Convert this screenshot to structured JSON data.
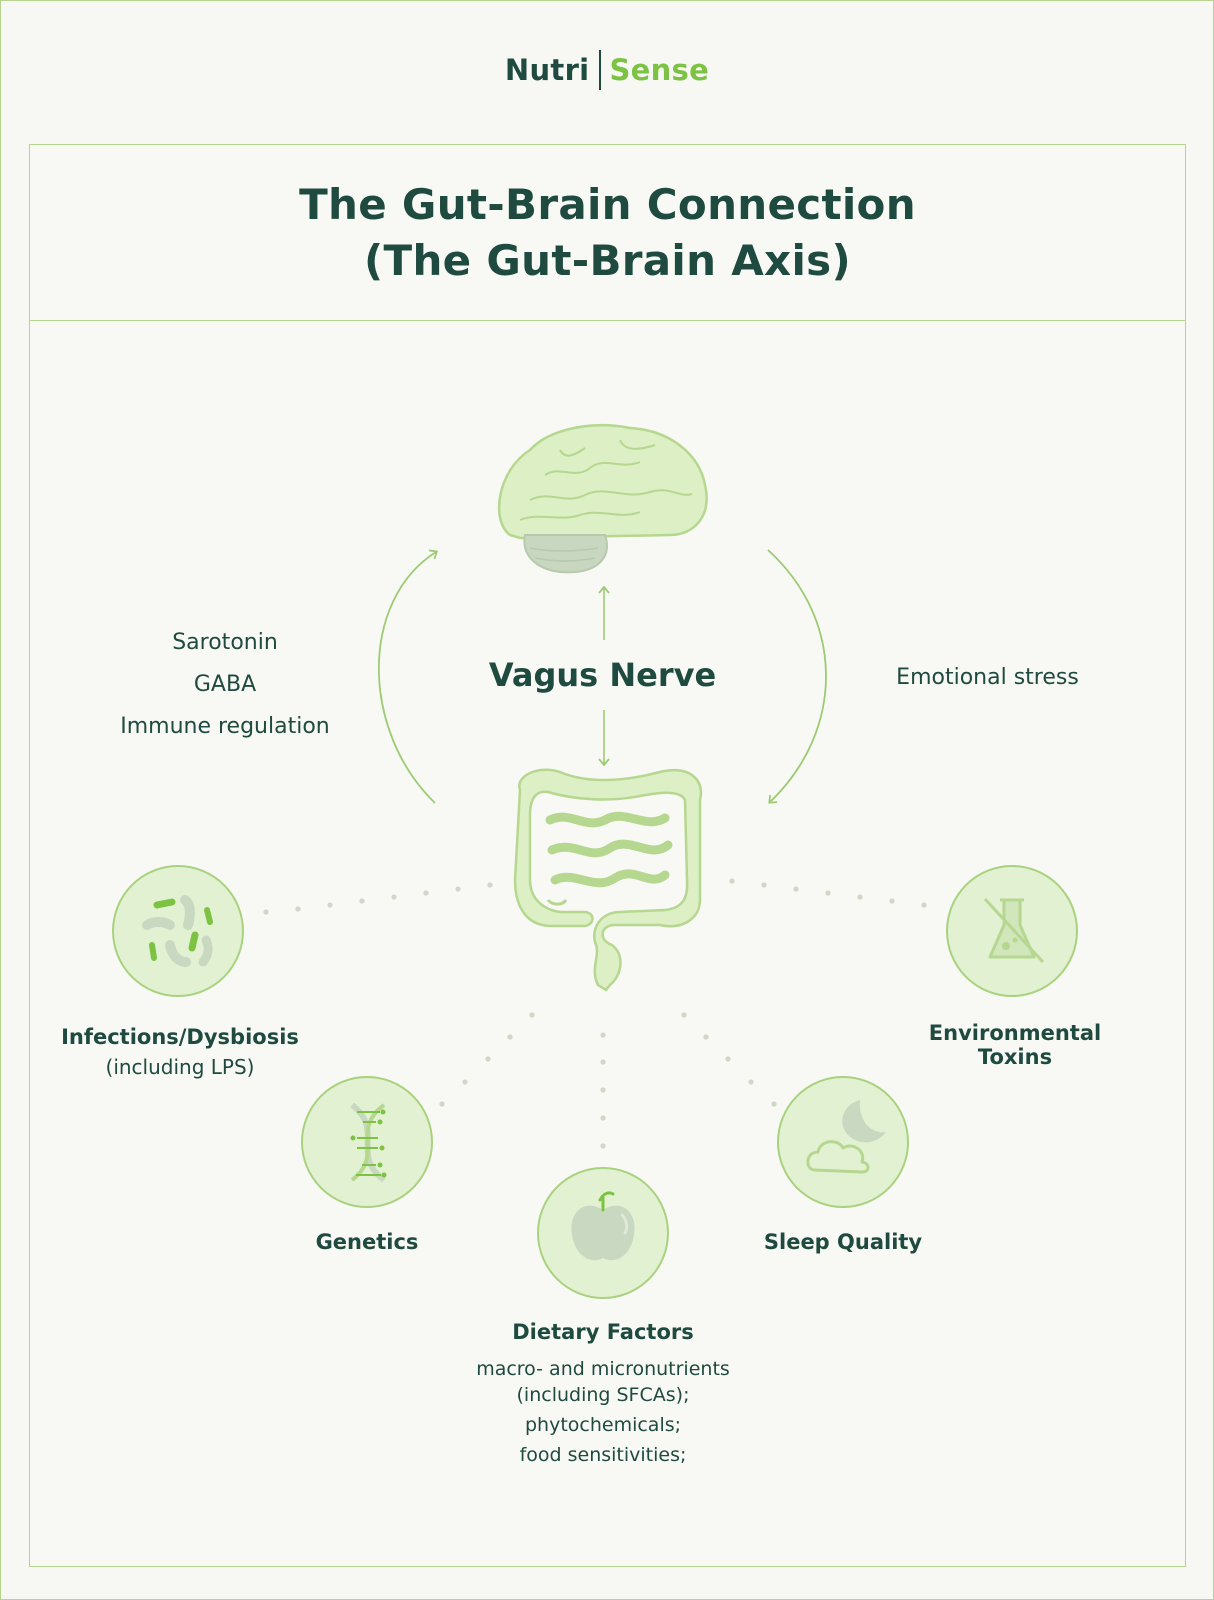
{
  "logo": {
    "part1": "Nutri",
    "part2": "Sense"
  },
  "title": {
    "line1": "The Gut-Brain Connection",
    "line2": "(The Gut-Brain Axis)"
  },
  "center": {
    "label": "Vagus Nerve"
  },
  "left_effects": [
    "Sarotonin",
    "GABA",
    "Immune regulation"
  ],
  "right_effect": "Emotional stress",
  "factors": {
    "infections": {
      "line1": "Infections/Dysbiosis",
      "line2": "(including LPS)",
      "icon": "bacteria-icon"
    },
    "toxins": {
      "line1": "Environmental",
      "line2": "Toxins",
      "icon": "flask-crossed-icon"
    },
    "genetics": {
      "label": "Genetics",
      "icon": "dna-icon"
    },
    "sleep": {
      "label": "Sleep Quality",
      "icon": "cloud-moon-icon"
    },
    "dietary": {
      "label": "Dietary Factors",
      "details": [
        "macro- and micronutrients",
        "(including SFCAs);",
        "phytochemicals;",
        "food sensitivities;"
      ],
      "icon": "apple-icon"
    }
  },
  "colors": {
    "dark_green": "#1f4a3f",
    "accent_green": "#7cc243",
    "light_green": "#dcefc5",
    "border": "#b6d38f"
  }
}
